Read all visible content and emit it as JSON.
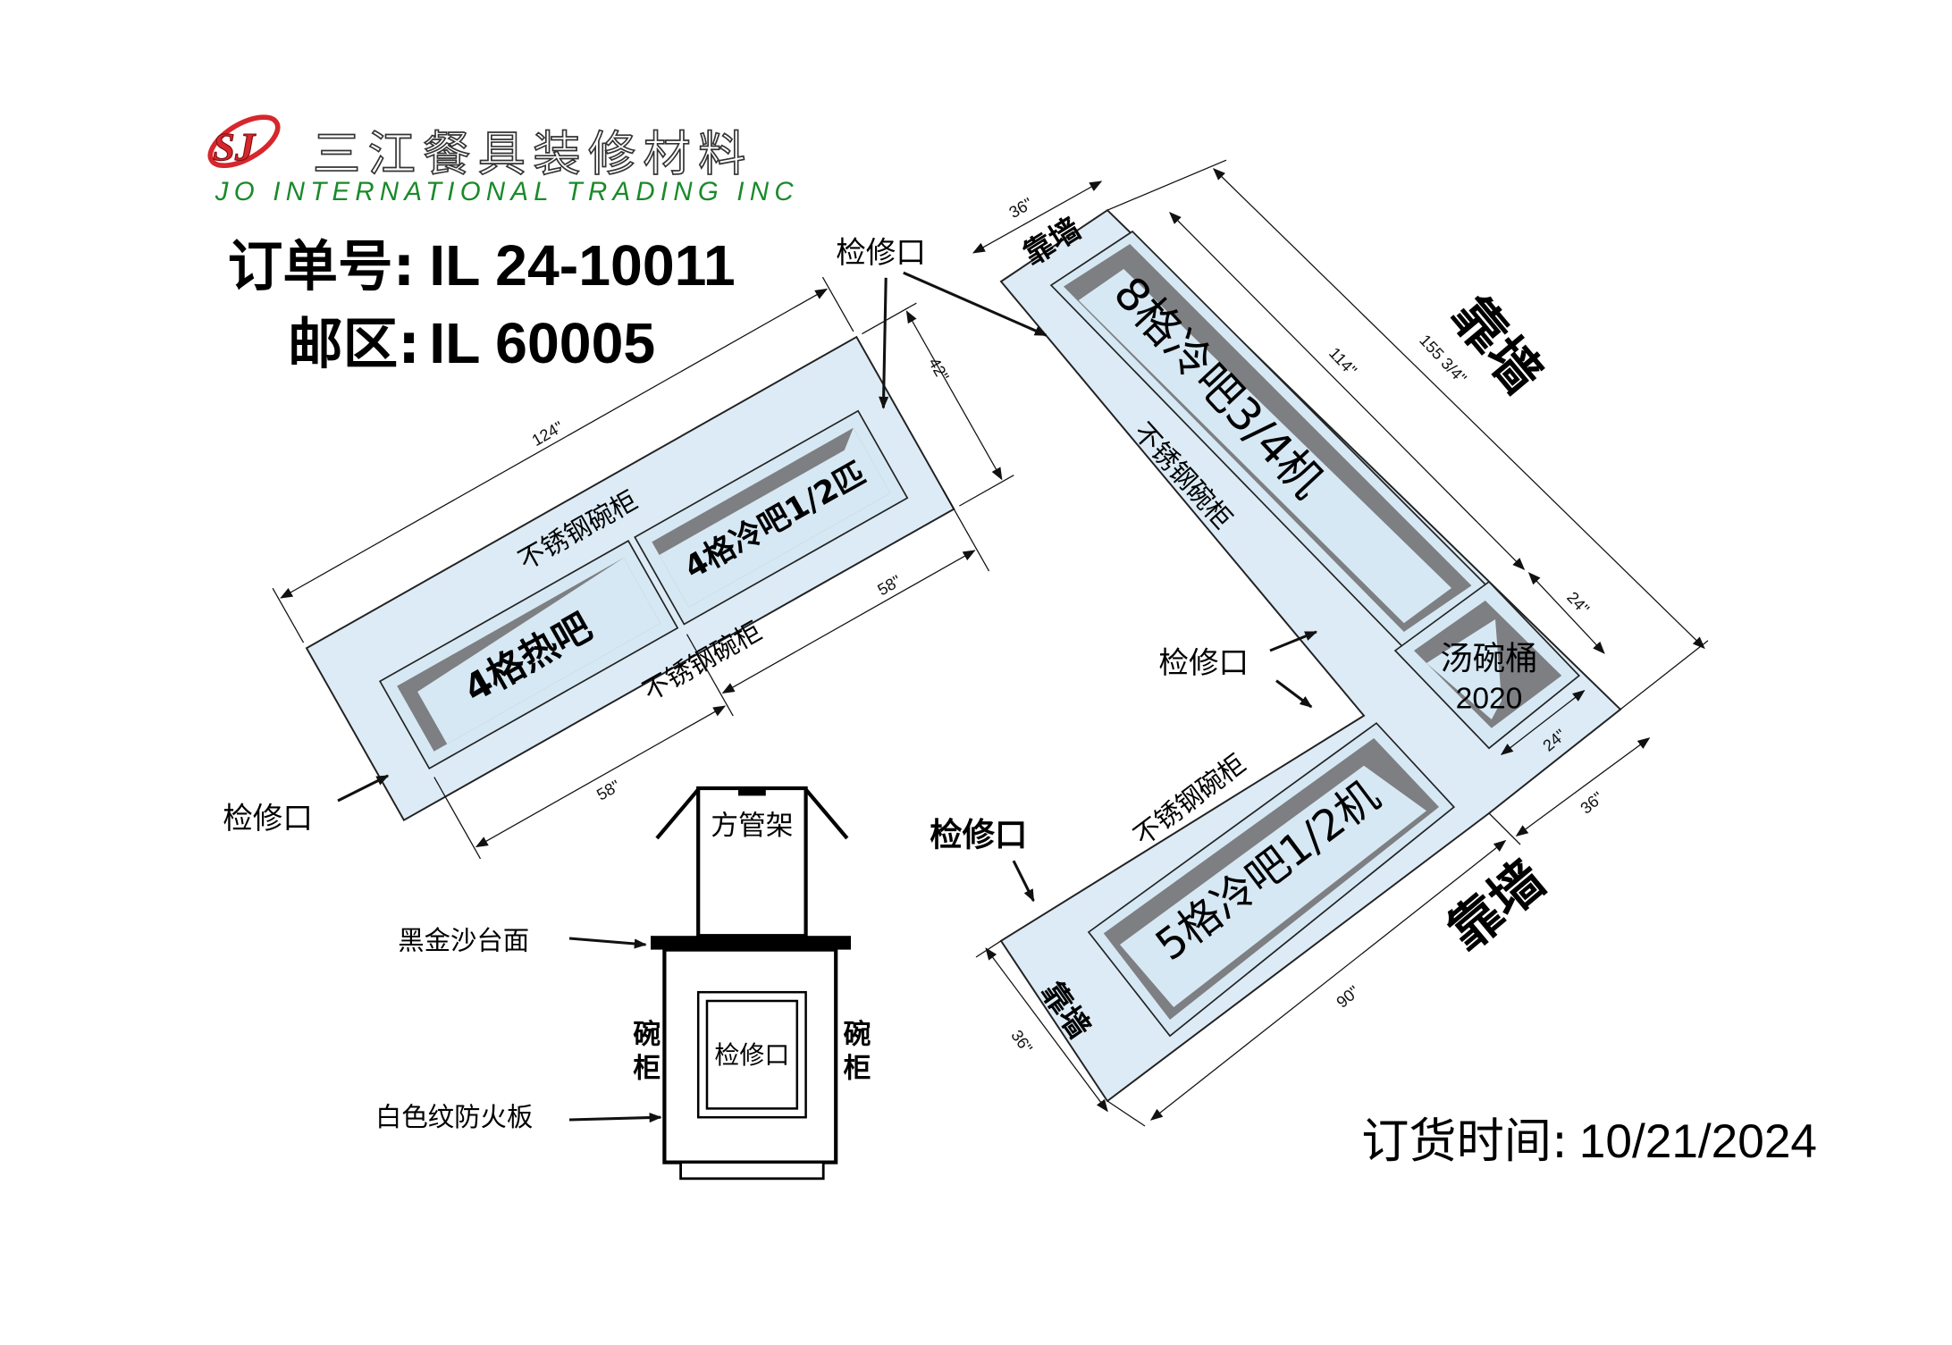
{
  "logo": {
    "mark": "SJ",
    "chinese_name": "三江餐具装修材料",
    "english_name": "JO INTERNATIONAL TRADING INC",
    "mark_color": "#d7262c",
    "english_color": "#1a8a2a"
  },
  "order": {
    "order_label": "订单号:",
    "order_number": "IL 24-10011",
    "zip_label": "邮区:",
    "zip_code": "IL 60005"
  },
  "order_date": {
    "label": "订货时间:",
    "value": "10/21/2024"
  },
  "left_counter": {
    "cabinet_label_top": "不锈钢碗柜",
    "cabinet_label_bottom": "不锈钢碗柜",
    "hot_bar": "4格热吧",
    "cold_bar": "4格冷吧1/2匹",
    "dim_length": "124\"",
    "dim_depth": "42\"",
    "dim_hot": "58\"",
    "dim_cold": "58\""
  },
  "right_counter": {
    "cold_bar_8": "8格冷吧3/4机",
    "cabinet_label_main": "不锈钢碗柜",
    "soup_well": "汤碗桶",
    "soup_well_model": "2020",
    "cold_bar_5": "5格冷吧1/2机",
    "cabinet_label_lower": "不锈钢碗柜",
    "dim_top_width": "36\"",
    "dim_114": "114\"",
    "dim_total": "155 3/4\"",
    "dim_soup_1": "24\"",
    "dim_soup_2": "24\"",
    "dim_right_36": "36\"",
    "dim_90": "90\"",
    "dim_bottom_36": "36\""
  },
  "wall_labels": [
    "靠墙",
    "靠墙",
    "靠墙",
    "靠墙"
  ],
  "access_labels": [
    "检修口",
    "检修口",
    "检修口",
    "检修口"
  ],
  "section": {
    "rack": "方管架",
    "countertop": "黑金沙台面",
    "laminate": "白色纹防火板",
    "access": "检修口",
    "cabinet_left": [
      "碗",
      "柜"
    ],
    "cabinet_right": [
      "碗",
      "柜"
    ]
  }
}
